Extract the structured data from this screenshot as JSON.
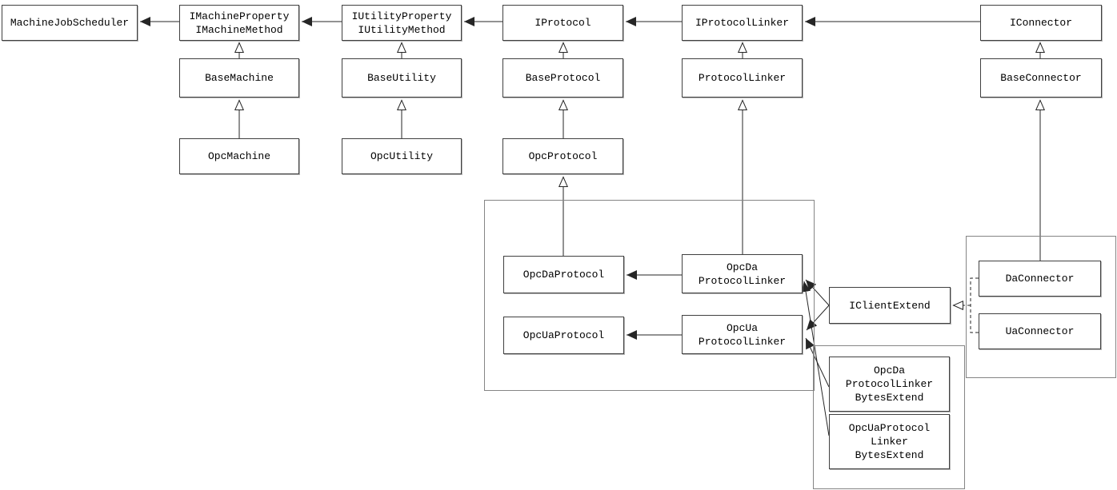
{
  "diagram": {
    "kind": "uml-class-diagram",
    "colors": {
      "background": "#ffffff",
      "box_border": "#404040",
      "container_border": "#858585",
      "line": "#262626",
      "text": "#000000"
    }
  },
  "nodes": {
    "machine_job_scheduler": {
      "lines": [
        "MachineJobScheduler"
      ]
    },
    "i_machine": {
      "lines": [
        "IMachineProperty",
        "IMachineMethod"
      ]
    },
    "i_utility": {
      "lines": [
        "IUtilityProperty",
        "IUtilityMethod"
      ]
    },
    "i_protocol": {
      "lines": [
        "IProtocol"
      ]
    },
    "i_protocol_linker": {
      "lines": [
        "IProtocolLinker"
      ]
    },
    "i_connector": {
      "lines": [
        "IConnector"
      ]
    },
    "base_machine": {
      "lines": [
        "BaseMachine"
      ]
    },
    "base_utility": {
      "lines": [
        "BaseUtility"
      ]
    },
    "base_protocol": {
      "lines": [
        "BaseProtocol"
      ]
    },
    "protocol_linker": {
      "lines": [
        "ProtocolLinker"
      ]
    },
    "base_connector": {
      "lines": [
        "BaseConnector"
      ]
    },
    "opc_machine": {
      "lines": [
        "OpcMachine"
      ]
    },
    "opc_utility": {
      "lines": [
        "OpcUtility"
      ]
    },
    "opc_protocol": {
      "lines": [
        "OpcProtocol"
      ]
    },
    "opc_da_protocol": {
      "lines": [
        "OpcDaProtocol"
      ]
    },
    "opc_da_protocol_linker": {
      "lines": [
        "OpcDa",
        "ProtocolLinker"
      ]
    },
    "opc_ua_protocol": {
      "lines": [
        "OpcUaProtocol"
      ]
    },
    "opc_ua_protocol_linker": {
      "lines": [
        "OpcUa",
        "ProtocolLinker"
      ]
    },
    "i_client_extend": {
      "lines": [
        "IClientExtend"
      ]
    },
    "da_connector": {
      "lines": [
        "DaConnector"
      ]
    },
    "ua_connector": {
      "lines": [
        "UaConnector"
      ]
    },
    "opc_da_protocol_linker_bytes_extend": {
      "lines": [
        "OpcDa",
        "ProtocolLinker",
        "BytesExtend"
      ]
    },
    "opc_ua_protocol_linker_bytes_extend": {
      "lines": [
        "OpcUaProtocol",
        "Linker",
        "BytesExtend"
      ]
    }
  },
  "edges": [
    {
      "from": "IMachineProperty/IMachineMethod",
      "to": "MachineJobScheduler",
      "type": "directed-association"
    },
    {
      "from": "IUtilityProperty/IUtilityMethod",
      "to": "IMachineProperty/IMachineMethod",
      "type": "directed-association"
    },
    {
      "from": "IProtocol",
      "to": "IUtilityProperty/IUtilityMethod",
      "type": "directed-association"
    },
    {
      "from": "IProtocolLinker",
      "to": "IProtocol",
      "type": "directed-association"
    },
    {
      "from": "IConnector",
      "to": "IProtocolLinker",
      "type": "directed-association"
    },
    {
      "from": "BaseMachine",
      "to": "IMachineProperty/IMachineMethod",
      "type": "generalization"
    },
    {
      "from": "BaseUtility",
      "to": "IUtilityProperty/IUtilityMethod",
      "type": "generalization"
    },
    {
      "from": "BaseProtocol",
      "to": "IProtocol",
      "type": "generalization"
    },
    {
      "from": "ProtocolLinker",
      "to": "IProtocolLinker",
      "type": "generalization"
    },
    {
      "from": "BaseConnector",
      "to": "IConnector",
      "type": "generalization"
    },
    {
      "from": "OpcMachine",
      "to": "BaseMachine",
      "type": "generalization"
    },
    {
      "from": "OpcUtility",
      "to": "BaseUtility",
      "type": "generalization"
    },
    {
      "from": "OpcProtocol",
      "to": "BaseProtocol",
      "type": "generalization"
    },
    {
      "from": "OpcDaProtocol",
      "to": "OpcProtocol",
      "type": "generalization"
    },
    {
      "from": "OpcDaProtocolLinker",
      "to": "ProtocolLinker",
      "type": "generalization"
    },
    {
      "from": "DaConnector",
      "to": "BaseConnector",
      "type": "generalization"
    },
    {
      "from": "OpcDaProtocolLinker",
      "to": "OpcDaProtocol",
      "type": "directed-association"
    },
    {
      "from": "OpcUaProtocolLinker",
      "to": "OpcUaProtocol",
      "type": "directed-association"
    },
    {
      "from": "IClientExtend",
      "to": "OpcDaProtocolLinker",
      "type": "directed-association"
    },
    {
      "from": "IClientExtend",
      "to": "OpcUaProtocolLinker",
      "type": "directed-association"
    },
    {
      "from": "OpcDaProtocolLinkerBytesExtend",
      "to": "OpcUaProtocolLinker",
      "type": "directed-association"
    },
    {
      "from": "OpcUaProtocolLinkerBytesExtend",
      "to": "OpcDaProtocolLinker",
      "type": "directed-association"
    },
    {
      "from": "DaConnector",
      "to": "IClientExtend",
      "type": "realization"
    },
    {
      "from": "UaConnector",
      "to": "IClientExtend",
      "type": "realization"
    }
  ]
}
